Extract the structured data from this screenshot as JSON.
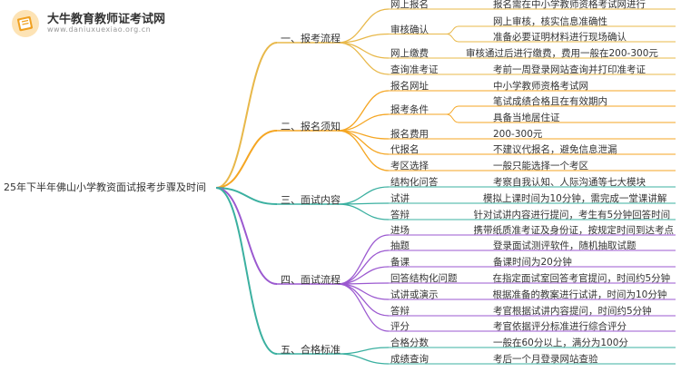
{
  "logo": {
    "title": "大牛教育教师证考试网",
    "url": "www.daniuxuexiao.org.cn"
  },
  "root": "25年下半年佛山小学教资面试报考步骤及时间",
  "sections": [
    {
      "title": "一、报考流程",
      "color": "#e8b84a",
      "items": [
        {
          "label": "网上报名",
          "details": [
            "报名需在中小学教师资格考试网进行"
          ]
        },
        {
          "label": "审核确认",
          "details": [
            "网上审核，核实信息准确性",
            "准备必要证明材料进行现场确认"
          ]
        },
        {
          "label": "网上缴费",
          "details": [
            "审核通过后进行缴费，费用一般在200-300元"
          ]
        },
        {
          "label": "查询准考证",
          "details": [
            "考前一周登录网站查询并打印准考证"
          ]
        }
      ]
    },
    {
      "title": "二、报名须知",
      "color": "#f5a623",
      "items": [
        {
          "label": "报名网址",
          "details": [
            "中小学教师资格考试网"
          ]
        },
        {
          "label": "报考条件",
          "details": [
            "笔试成绩合格且在有效期内",
            "具备当地居住证"
          ]
        },
        {
          "label": "报名费用",
          "details": [
            "200-300元"
          ]
        },
        {
          "label": "代报名",
          "details": [
            "不建议代报名，避免信息泄漏"
          ]
        },
        {
          "label": "考区选择",
          "details": [
            "一般只能选择一个考区"
          ]
        }
      ]
    },
    {
      "title": "三、面试内容",
      "color": "#3bb0a0",
      "items": [
        {
          "label": "结构化问答",
          "details": [
            "考察自我认知、人际沟通等七大模块"
          ]
        },
        {
          "label": "试讲",
          "details": [
            "模拟上课时间为10分钟，需完成一堂课讲解"
          ]
        },
        {
          "label": "答辩",
          "details": [
            "针对试讲内容进行提问，考生有5分钟回答时间"
          ]
        }
      ]
    },
    {
      "title": "四、面试流程",
      "color": "#9b59d0",
      "items": [
        {
          "label": "进场",
          "details": [
            "携带纸质准考证及身份证，按规定时间到达考点"
          ]
        },
        {
          "label": "抽题",
          "details": [
            "登录面试测评软件，随机抽取试题"
          ]
        },
        {
          "label": "备课",
          "details": [
            "备课时间为20分钟"
          ]
        },
        {
          "label": "回答结构化问题",
          "details": [
            "在指定面试室回答考官提问，时间约5分钟"
          ]
        },
        {
          "label": "试讲或演示",
          "details": [
            "根据准备的教案进行试讲，时间为10分钟"
          ]
        },
        {
          "label": "答辩",
          "details": [
            "考官根据试讲内容提问，时间约5分钟"
          ]
        },
        {
          "label": "评分",
          "details": [
            "考官依据评分标准进行综合评分"
          ]
        }
      ]
    },
    {
      "title": "五、合格标准",
      "color": "#3bb0a0",
      "items": [
        {
          "label": "合格分数",
          "details": [
            "一般在60分以上，满分为100分"
          ]
        },
        {
          "label": "成绩查询",
          "details": [
            "考后一个月登录网站查验"
          ]
        }
      ]
    }
  ]
}
